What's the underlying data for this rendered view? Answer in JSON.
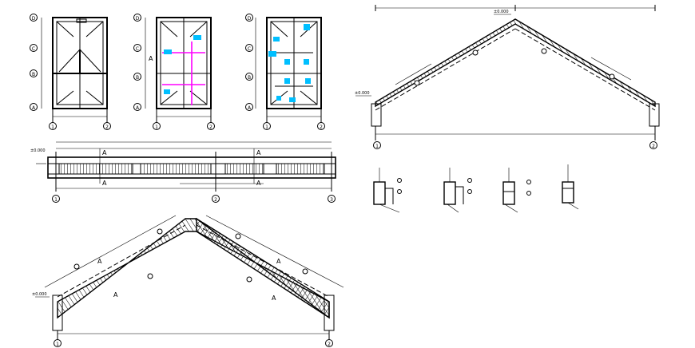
{
  "drawing": {
    "plans": {
      "grid_letters": [
        "D",
        "C",
        "B",
        "A"
      ],
      "grid_numbers": [
        "1",
        "2"
      ],
      "section_mark": "A"
    },
    "beam": {
      "grid_numbers": [
        "1",
        "2",
        "3"
      ],
      "section_marks": [
        "A",
        "A",
        "A",
        "A"
      ],
      "level": "±0.000"
    },
    "truss_top": {
      "grid_numbers": [
        "1",
        "2"
      ],
      "level_left": "±0.000",
      "level_apex": "±0.000"
    },
    "truss_bottom": {
      "grid_numbers": [
        "1",
        "2"
      ],
      "section_marks": [
        "A",
        "A",
        "A",
        "A"
      ],
      "level_left": "±0.000"
    },
    "beam_sections": {
      "count": 4
    },
    "colors": {
      "line": "#000000",
      "magenta": "#ff00ff",
      "cyan": "#00bfff"
    }
  }
}
